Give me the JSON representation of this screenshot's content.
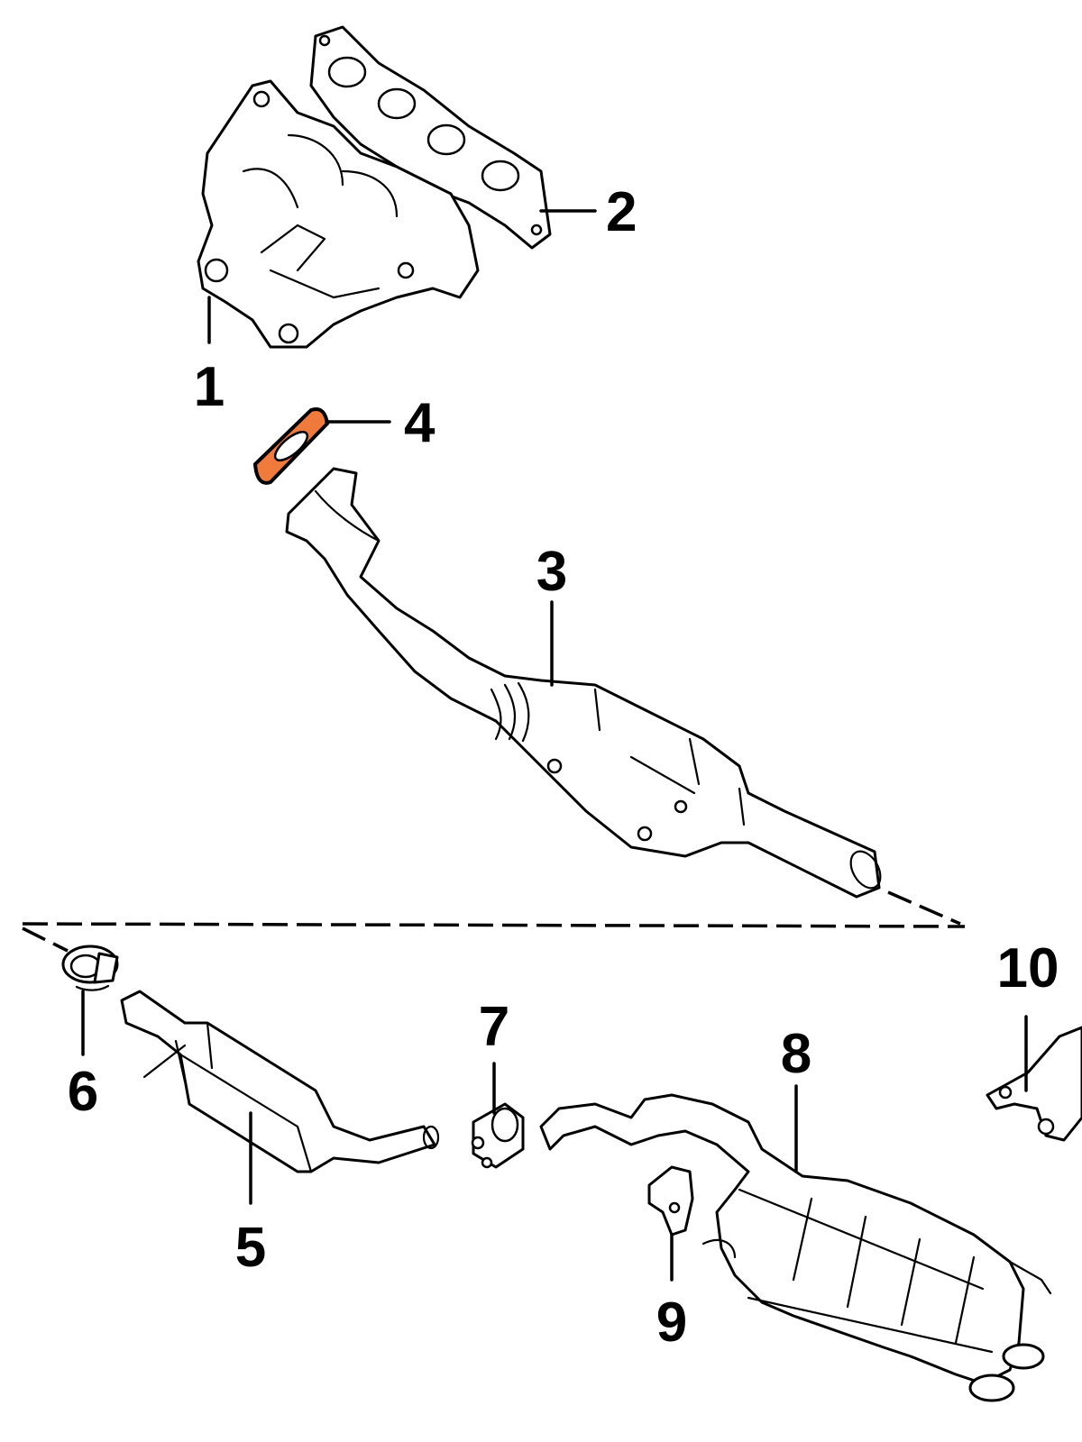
{
  "colors": {
    "highlight": "#f07a3c",
    "line": "#000000",
    "background": "#ffffff"
  },
  "callouts": {
    "c1": "1",
    "c2": "2",
    "c3": "3",
    "c4": "4",
    "c5": "5",
    "c6": "6",
    "c7": "7",
    "c8": "8",
    "c9": "9",
    "c10": "10"
  }
}
